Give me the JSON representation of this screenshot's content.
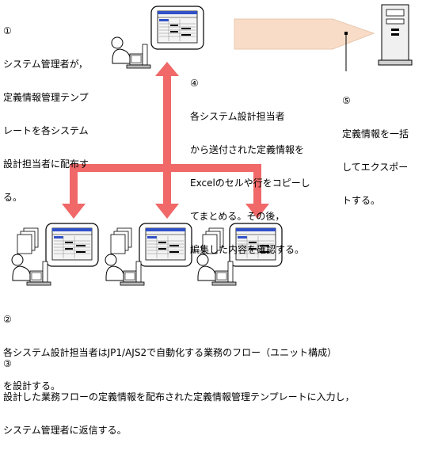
{
  "step1": {
    "number": "①",
    "lines": [
      "システム管理者が，",
      "定義情報管理テンプ",
      "レートを各システム",
      "設計担当者に配布す",
      "る。"
    ]
  },
  "step4": {
    "number": "④",
    "lines": [
      "各システム設計担当者",
      "から送付された定義情報を",
      "Excelのセルや行をコピーし",
      "てまとめる。その後，",
      "編集した内容を確認する。"
    ]
  },
  "step5": {
    "number": "⑤",
    "lines": [
      "定義情報を一括",
      "してエクスポー",
      "トする。"
    ]
  },
  "step2": {
    "number": "②",
    "lines": [
      "各システム設計担当者はJP1/AJS2で自動化する業務のフロー（ユニット構成）",
      "を設計する。"
    ]
  },
  "step3": {
    "number": "③",
    "lines": [
      "設計した業務フローの定義情報を配布された定義情報管理テンプレートに入力し，",
      "システム管理者に返信する。"
    ]
  },
  "colors": {
    "arrow": "#f06868",
    "export_arrow_fill": "#f8dcc8",
    "export_arrow_stroke": "#e8c8b0",
    "screen_blue": "#3050c8"
  }
}
